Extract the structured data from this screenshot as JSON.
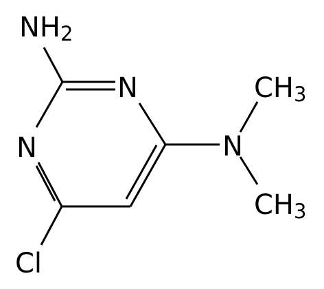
{
  "atoms": {
    "amine_n": "NH",
    "amine_h_count": "2",
    "ring_n_upper": "N",
    "ring_n_left": "N",
    "dimethyl_n": "N",
    "methyl_upper_c": "CH",
    "methyl_upper_h_count": "3",
    "methyl_lower_c": "CH",
    "methyl_lower_h_count": "3",
    "chlorine": "Cl"
  },
  "colors": {
    "bond": "#000000",
    "text": "#000000",
    "background": "#ffffff"
  }
}
